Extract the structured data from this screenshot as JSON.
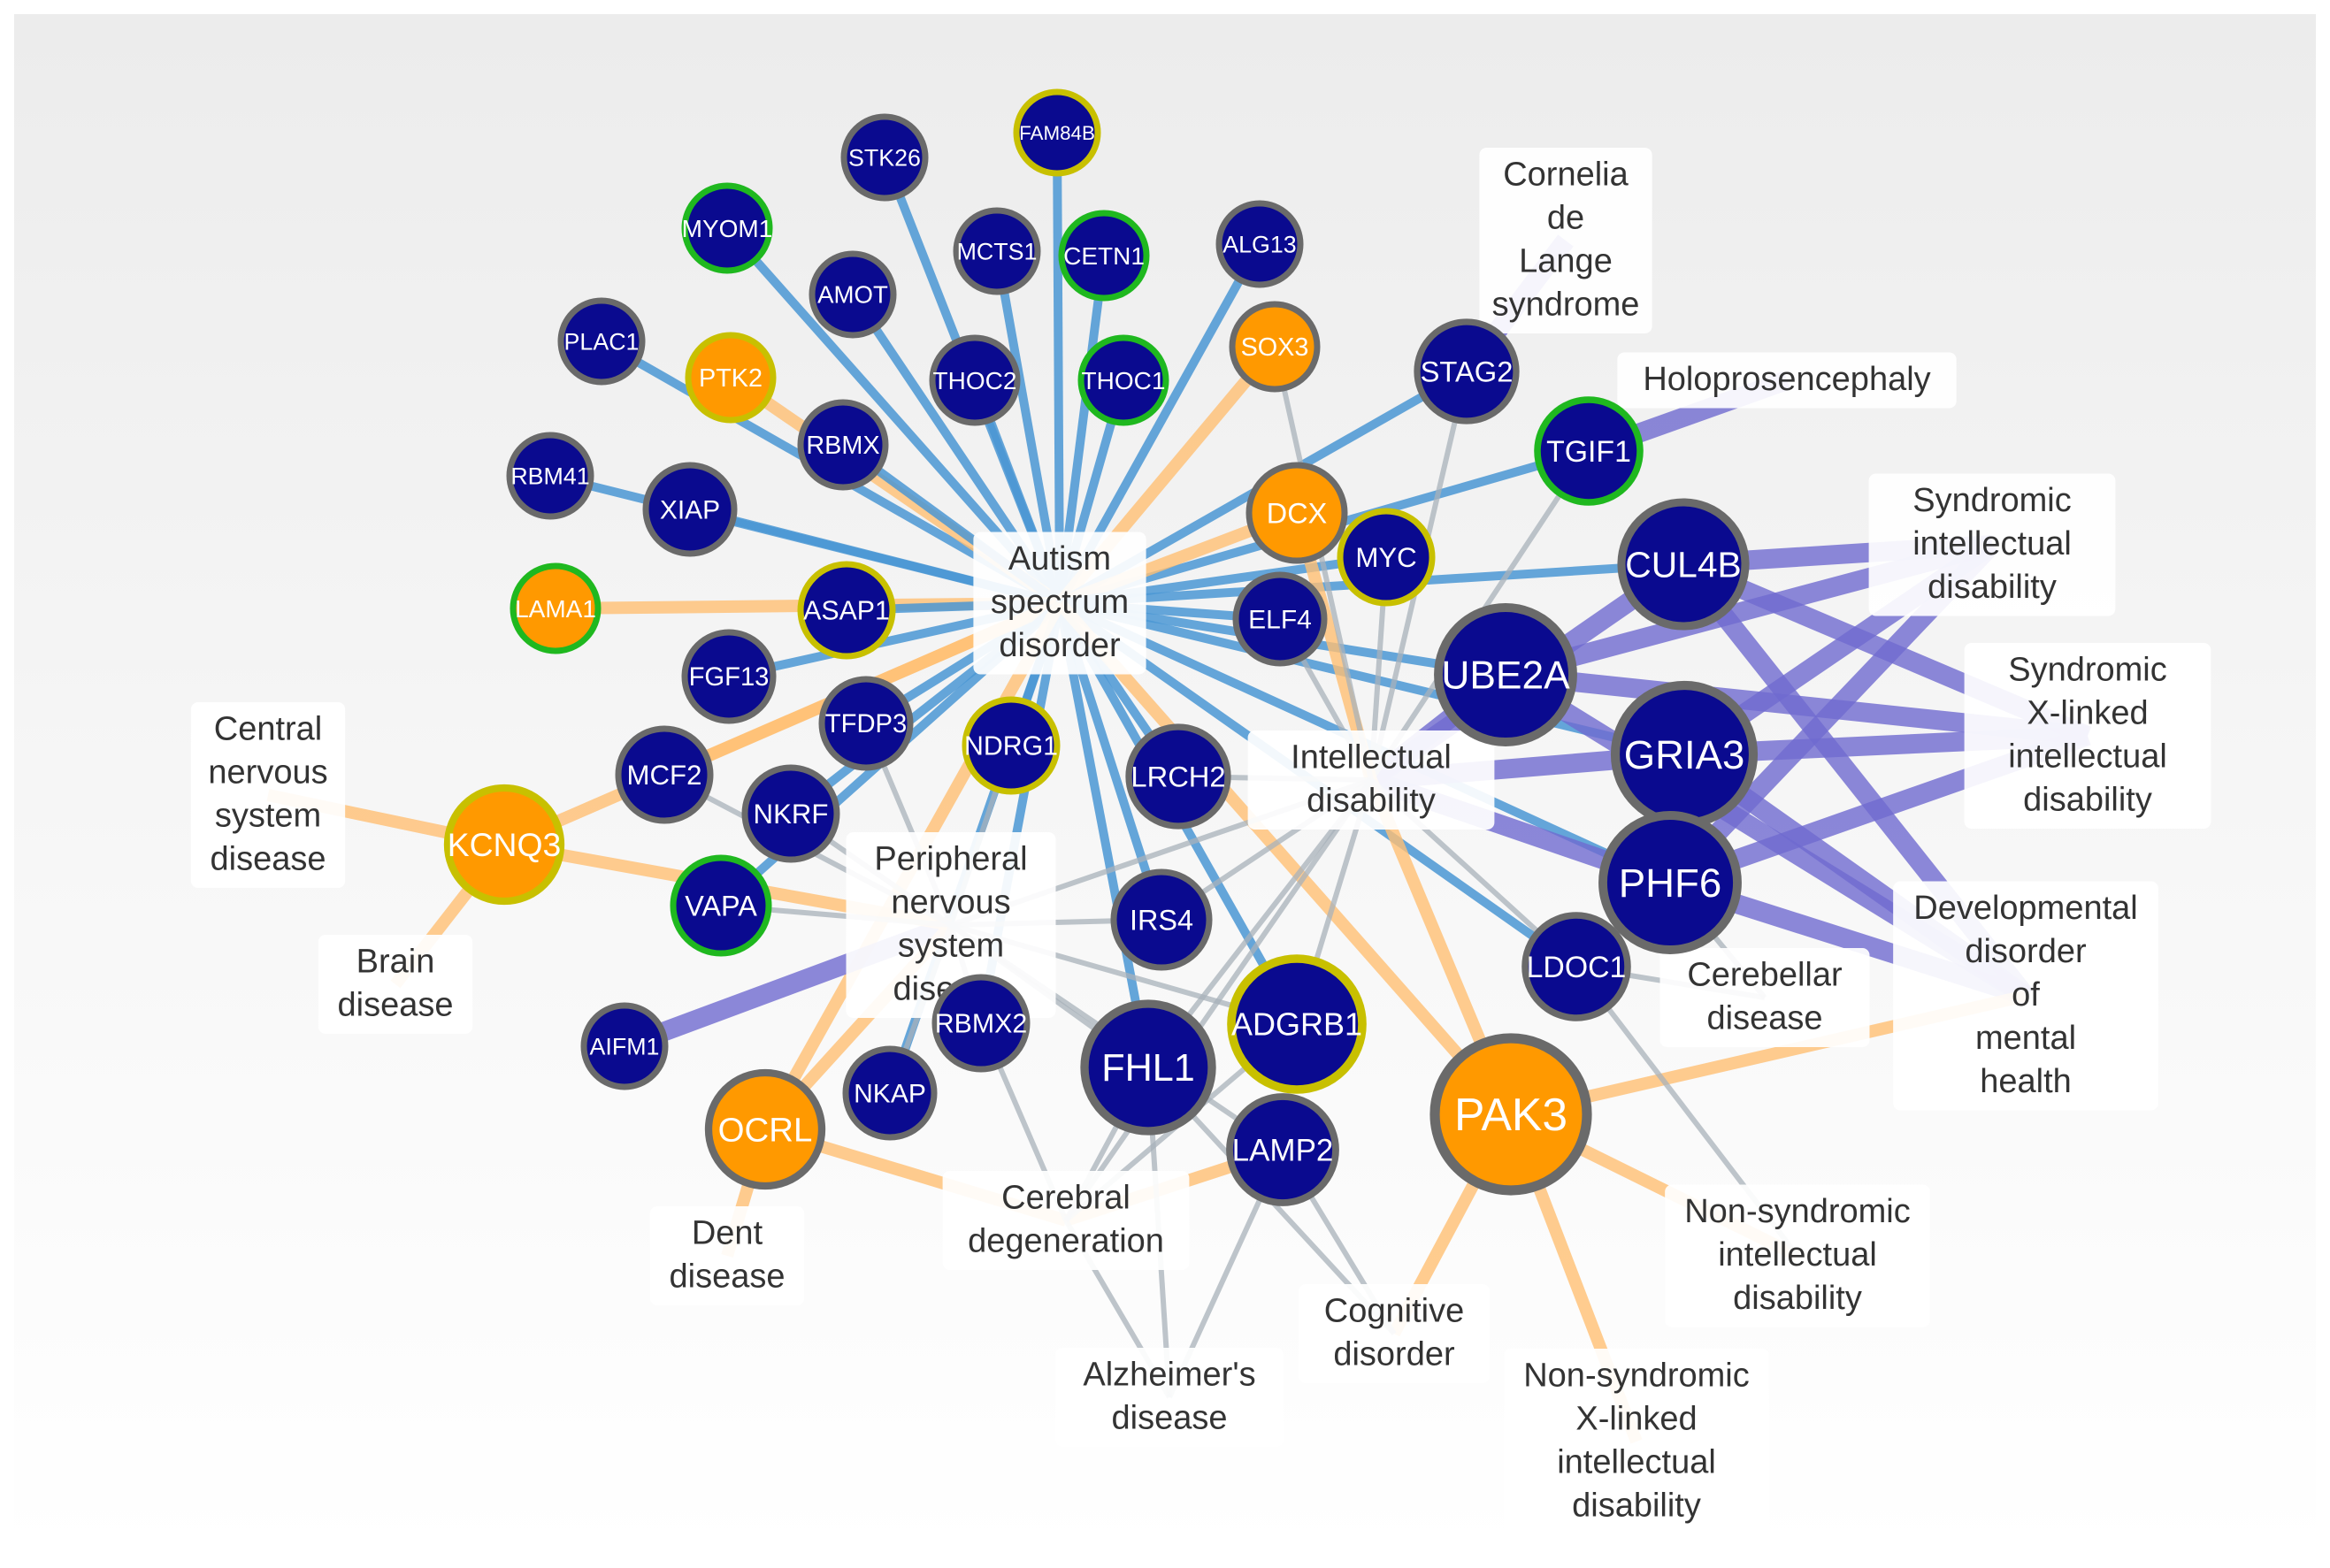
{
  "network": {
    "colors": {
      "gene_node": "#0a0a8f",
      "gene_node_highlight": "#ff9900",
      "node_border_default": "#6a6a6a",
      "node_border_green": "#1fb81f",
      "node_border_yellow": "#c8c000",
      "edge_blue": "#4a96d4",
      "edge_orange": "#ffbf73",
      "edge_purple": "#6f6ad0",
      "edge_gray": "#a8b2ba",
      "label_box": "#ffffff",
      "label_text": "#333333"
    },
    "genes": [
      {
        "id": "FAM84B",
        "label": "FAM84B",
        "color": "blue",
        "border": "yellow"
      },
      {
        "id": "STK26",
        "label": "STK26",
        "color": "blue",
        "border": "default"
      },
      {
        "id": "MYOM1",
        "label": "MYOM1",
        "color": "blue",
        "border": "green"
      },
      {
        "id": "MCTS1",
        "label": "MCTS1",
        "color": "blue",
        "border": "default"
      },
      {
        "id": "CETN1",
        "label": "CETN1",
        "color": "blue",
        "border": "green"
      },
      {
        "id": "ALG13",
        "label": "ALG13",
        "color": "blue",
        "border": "default"
      },
      {
        "id": "AMOT",
        "label": "AMOT",
        "color": "blue",
        "border": "default"
      },
      {
        "id": "PLAC1",
        "label": "PLAC1",
        "color": "blue",
        "border": "default"
      },
      {
        "id": "PTK2",
        "label": "PTK2",
        "color": "orange",
        "border": "yellow"
      },
      {
        "id": "THOC2",
        "label": "THOC2",
        "color": "blue",
        "border": "default"
      },
      {
        "id": "THOC1",
        "label": "THOC1",
        "color": "blue",
        "border": "green"
      },
      {
        "id": "SOX3",
        "label": "SOX3",
        "color": "orange",
        "border": "default"
      },
      {
        "id": "STAG2",
        "label": "STAG2",
        "color": "blue",
        "border": "default"
      },
      {
        "id": "TGIF1",
        "label": "TGIF1",
        "color": "blue",
        "border": "green"
      },
      {
        "id": "RBMX",
        "label": "RBMX",
        "color": "blue",
        "border": "default"
      },
      {
        "id": "RBM41",
        "label": "RBM41",
        "color": "blue",
        "border": "default"
      },
      {
        "id": "XIAP",
        "label": "XIAP",
        "color": "blue",
        "border": "default"
      },
      {
        "id": "DCX",
        "label": "DCX",
        "color": "orange",
        "border": "default"
      },
      {
        "id": "MYC",
        "label": "MYC",
        "color": "blue",
        "border": "yellow"
      },
      {
        "id": "CUL4B",
        "label": "CUL4B",
        "color": "blue",
        "border": "default"
      },
      {
        "id": "LAMA1",
        "label": "LAMA1",
        "color": "orange",
        "border": "green"
      },
      {
        "id": "ASAP1",
        "label": "ASAP1",
        "color": "blue",
        "border": "yellow"
      },
      {
        "id": "ELF4",
        "label": "ELF4",
        "color": "blue",
        "border": "default"
      },
      {
        "id": "UBE2A",
        "label": "UBE2A",
        "color": "blue",
        "border": "default"
      },
      {
        "id": "FGF13",
        "label": "FGF13",
        "color": "blue",
        "border": "default"
      },
      {
        "id": "TFDP3",
        "label": "TFDP3",
        "color": "blue",
        "border": "default"
      },
      {
        "id": "NDRG1",
        "label": "NDRG1",
        "color": "blue",
        "border": "yellow"
      },
      {
        "id": "GRIA3",
        "label": "GRIA3",
        "color": "blue",
        "border": "default"
      },
      {
        "id": "MCF2",
        "label": "MCF2",
        "color": "blue",
        "border": "default"
      },
      {
        "id": "NKRF",
        "label": "NKRF",
        "color": "blue",
        "border": "default"
      },
      {
        "id": "LRCH2",
        "label": "LRCH2",
        "color": "blue",
        "border": "default"
      },
      {
        "id": "KCNQ3",
        "label": "KCNQ3",
        "color": "orange",
        "border": "yellow"
      },
      {
        "id": "VAPA",
        "label": "VAPA",
        "color": "blue",
        "border": "green"
      },
      {
        "id": "IRS4",
        "label": "IRS4",
        "color": "blue",
        "border": "default"
      },
      {
        "id": "PHF6",
        "label": "PHF6",
        "color": "blue",
        "border": "default"
      },
      {
        "id": "LDOC1",
        "label": "LDOC1",
        "color": "blue",
        "border": "default"
      },
      {
        "id": "AIFM1",
        "label": "AIFM1",
        "color": "blue",
        "border": "default"
      },
      {
        "id": "RBMX2",
        "label": "RBMX2",
        "color": "blue",
        "border": "default"
      },
      {
        "id": "ADGRB1",
        "label": "ADGRB1",
        "color": "blue",
        "border": "yellow"
      },
      {
        "id": "NKAP",
        "label": "NKAP",
        "color": "blue",
        "border": "default"
      },
      {
        "id": "FHL1",
        "label": "FHL1",
        "color": "blue",
        "border": "default"
      },
      {
        "id": "PAK3",
        "label": "PAK3",
        "color": "orange",
        "border": "default"
      },
      {
        "id": "OCRL",
        "label": "OCRL",
        "color": "orange",
        "border": "default"
      },
      {
        "id": "LAMP2",
        "label": "LAMP2",
        "color": "blue",
        "border": "default"
      }
    ],
    "diseases": [
      {
        "id": "asd",
        "lines": [
          "Autism",
          "spectrum",
          "disorder"
        ]
      },
      {
        "id": "cdls",
        "lines": [
          "Cornelia",
          "de",
          "Lange",
          "syndrome"
        ]
      },
      {
        "id": "hpe",
        "lines": [
          "Holoprosencephaly"
        ]
      },
      {
        "id": "sid",
        "lines": [
          "Syndromic",
          "intellectual",
          "disability"
        ]
      },
      {
        "id": "sxlid",
        "lines": [
          "Syndromic",
          "X-linked",
          "intellectual",
          "disability"
        ]
      },
      {
        "id": "id",
        "lines": [
          "Intellectual",
          "disability"
        ]
      },
      {
        "id": "cnsd",
        "lines": [
          "Central",
          "nervous",
          "system",
          "disease"
        ]
      },
      {
        "id": "brain",
        "lines": [
          "Brain",
          "disease"
        ]
      },
      {
        "id": "pnsd",
        "lines": [
          "Peripheral",
          "nervous",
          "system",
          "disease"
        ]
      },
      {
        "id": "ddmh",
        "lines": [
          "Developmental",
          "disorder",
          "of",
          "mental",
          "health"
        ]
      },
      {
        "id": "cereb",
        "lines": [
          "Cerebellar",
          "disease"
        ]
      },
      {
        "id": "dent",
        "lines": [
          "Dent",
          "disease"
        ]
      },
      {
        "id": "cdeg",
        "lines": [
          "Cerebral",
          "degeneration"
        ]
      },
      {
        "id": "nsid",
        "lines": [
          "Non-syndromic",
          "intellectual",
          "disability"
        ]
      },
      {
        "id": "cog",
        "lines": [
          "Cognitive",
          "disorder"
        ]
      },
      {
        "id": "nsxlid",
        "lines": [
          "Non-syndromic",
          "X-linked",
          "intellectual",
          "disability"
        ]
      },
      {
        "id": "alz",
        "lines": [
          "Alzheimer's",
          "disease"
        ]
      }
    ],
    "edges": [
      [
        "FAM84B",
        "asd",
        "blue"
      ],
      [
        "STK26",
        "asd",
        "blue"
      ],
      [
        "MYOM1",
        "asd",
        "blue"
      ],
      [
        "MCTS1",
        "asd",
        "blue"
      ],
      [
        "CETN1",
        "asd",
        "blue"
      ],
      [
        "ALG13",
        "asd",
        "blue"
      ],
      [
        "AMOT",
        "asd",
        "blue"
      ],
      [
        "PLAC1",
        "asd",
        "blue"
      ],
      [
        "PTK2",
        "asd",
        "orange"
      ],
      [
        "THOC2",
        "asd",
        "blue"
      ],
      [
        "THOC1",
        "asd",
        "blue"
      ],
      [
        "SOX3",
        "asd",
        "orange"
      ],
      [
        "STAG2",
        "asd",
        "blue"
      ],
      [
        "TGIF1",
        "asd",
        "blue"
      ],
      [
        "RBMX",
        "asd",
        "blue"
      ],
      [
        "RBM41",
        "asd",
        "blue"
      ],
      [
        "XIAP",
        "asd",
        "blue"
      ],
      [
        "DCX",
        "asd",
        "orange"
      ],
      [
        "MYC",
        "asd",
        "blue"
      ],
      [
        "CUL4B",
        "asd",
        "blue"
      ],
      [
        "LAMA1",
        "asd",
        "orange"
      ],
      [
        "ASAP1",
        "asd",
        "blue"
      ],
      [
        "ELF4",
        "asd",
        "blue"
      ],
      [
        "UBE2A",
        "asd",
        "blue"
      ],
      [
        "FGF13",
        "asd",
        "blue"
      ],
      [
        "TFDP3",
        "asd",
        "blue"
      ],
      [
        "NDRG1",
        "asd",
        "blue"
      ],
      [
        "GRIA3",
        "asd",
        "blue"
      ],
      [
        "MCF2",
        "asd",
        "orange"
      ],
      [
        "NKRF",
        "asd",
        "blue"
      ],
      [
        "LRCH2",
        "asd",
        "blue"
      ],
      [
        "KCNQ3",
        "asd",
        "orange"
      ],
      [
        "VAPA",
        "asd",
        "blue"
      ],
      [
        "IRS4",
        "asd",
        "blue"
      ],
      [
        "PHF6",
        "asd",
        "blue"
      ],
      [
        "LDOC1",
        "asd",
        "blue"
      ],
      [
        "RBMX2",
        "asd",
        "blue"
      ],
      [
        "ADGRB1",
        "asd",
        "blue"
      ],
      [
        "NKAP",
        "asd",
        "blue"
      ],
      [
        "FHL1",
        "asd",
        "blue"
      ],
      [
        "PAK3",
        "asd",
        "orange"
      ],
      [
        "OCRL",
        "asd",
        "orange"
      ],
      [
        "STAG2",
        "cdls",
        "purple"
      ],
      [
        "TGIF1",
        "hpe",
        "purple"
      ],
      [
        "AIFM1",
        "pnsd",
        "purple"
      ],
      [
        "CUL4B",
        "sid",
        "purple"
      ],
      [
        "CUL4B",
        "sxlid",
        "purple"
      ],
      [
        "CUL4B",
        "ddmh",
        "purple"
      ],
      [
        "CUL4B",
        "id",
        "purple"
      ],
      [
        "UBE2A",
        "sid",
        "purple"
      ],
      [
        "UBE2A",
        "sxlid",
        "purple"
      ],
      [
        "UBE2A",
        "ddmh",
        "purple"
      ],
      [
        "UBE2A",
        "id",
        "purple"
      ],
      [
        "GRIA3",
        "sid",
        "purple"
      ],
      [
        "GRIA3",
        "sxlid",
        "purple"
      ],
      [
        "GRIA3",
        "ddmh",
        "purple"
      ],
      [
        "GRIA3",
        "id",
        "purple"
      ],
      [
        "PHF6",
        "sid",
        "purple"
      ],
      [
        "PHF6",
        "sxlid",
        "purple"
      ],
      [
        "PHF6",
        "ddmh",
        "purple"
      ],
      [
        "PHF6",
        "id",
        "purple"
      ],
      [
        "KCNQ3",
        "cnsd",
        "orange"
      ],
      [
        "KCNQ3",
        "brain",
        "orange"
      ],
      [
        "KCNQ3",
        "pnsd",
        "orange"
      ],
      [
        "OCRL",
        "dent",
        "orange"
      ],
      [
        "OCRL",
        "cdeg",
        "orange"
      ],
      [
        "OCRL",
        "pnsd",
        "orange"
      ],
      [
        "PAK3",
        "ddmh",
        "orange"
      ],
      [
        "PAK3",
        "nsid",
        "orange"
      ],
      [
        "PAK3",
        "nsxlid",
        "orange"
      ],
      [
        "PAK3",
        "cog",
        "orange"
      ],
      [
        "PAK3",
        "id",
        "orange"
      ],
      [
        "LAMP2",
        "cdeg",
        "orange"
      ],
      [
        "STAG2",
        "id",
        "gray"
      ],
      [
        "TGIF1",
        "id",
        "gray"
      ],
      [
        "MYC",
        "id",
        "gray"
      ],
      [
        "ELF4",
        "id",
        "gray"
      ],
      [
        "DCX",
        "id",
        "orange"
      ],
      [
        "SOX3",
        "id",
        "gray"
      ],
      [
        "LRCH2",
        "id",
        "gray"
      ],
      [
        "LDOC1",
        "id",
        "gray"
      ],
      [
        "LDOC1",
        "cereb",
        "gray"
      ],
      [
        "FHL1",
        "id",
        "gray"
      ],
      [
        "ADGRB1",
        "id",
        "gray"
      ],
      [
        "IRS4",
        "id",
        "gray"
      ],
      [
        "FHL1",
        "pnsd",
        "gray"
      ],
      [
        "FHL1",
        "cdeg",
        "gray"
      ],
      [
        "FHL1",
        "alz",
        "gray"
      ],
      [
        "FHL1",
        "cog",
        "gray"
      ],
      [
        "ADGRB1",
        "cdeg",
        "gray"
      ],
      [
        "ADGRB1",
        "pnsd",
        "gray"
      ],
      [
        "LAMP2",
        "alz",
        "gray"
      ],
      [
        "LAMP2",
        "cog",
        "gray"
      ],
      [
        "LAMP2",
        "pnsd",
        "gray"
      ],
      [
        "NKAP",
        "pnsd",
        "gray"
      ],
      [
        "RBMX2",
        "cdeg",
        "gray"
      ],
      [
        "RBMX2",
        "pnsd",
        "gray"
      ],
      [
        "NDRG1",
        "pnsd",
        "gray"
      ],
      [
        "NKRF",
        "pnsd",
        "gray"
      ],
      [
        "VAPA",
        "pnsd",
        "gray"
      ],
      [
        "TFDP3",
        "pnsd",
        "gray"
      ],
      [
        "MCF2",
        "pnsd",
        "gray"
      ],
      [
        "IRS4",
        "pnsd",
        "gray"
      ],
      [
        "PHF6",
        "cereb",
        "gray"
      ],
      [
        "LDOC1",
        "nsid",
        "gray"
      ],
      [
        "id",
        "cdeg",
        "gray"
      ],
      [
        "id",
        "pnsd",
        "gray"
      ],
      [
        "cdeg",
        "alz",
        "gray"
      ]
    ]
  }
}
